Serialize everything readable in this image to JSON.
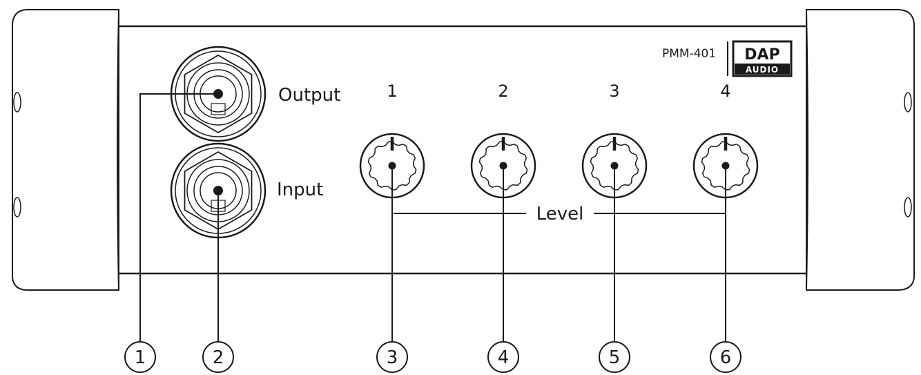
{
  "device": {
    "model": "PMM-401",
    "brand_line1": "DAP",
    "brand_line2": "AUDIO"
  },
  "jacks": [
    {
      "id": "output",
      "label": "Output",
      "callout": "1"
    },
    {
      "id": "input",
      "label": "Input",
      "callout": "2"
    }
  ],
  "knobs": [
    {
      "channel": "1",
      "callout": "3"
    },
    {
      "channel": "2",
      "callout": "4"
    },
    {
      "channel": "3",
      "callout": "5"
    },
    {
      "channel": "4",
      "callout": "6"
    }
  ],
  "group_label": "Level"
}
